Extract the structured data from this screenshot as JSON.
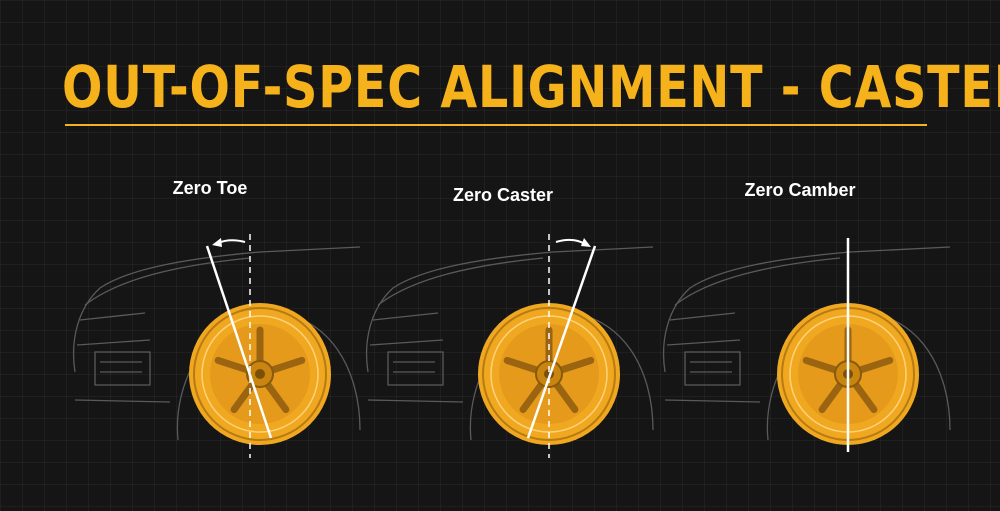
{
  "title": "OUT-OF-SPEC ALIGNMENT - CASTER",
  "colors": {
    "accent": "#f5b21b",
    "background": "#151515",
    "wheel": "#f0a821",
    "car_outline": "#5a5a5a",
    "indicator_line": "#ffffff"
  },
  "panels": [
    {
      "label": "Zero Toe"
    },
    {
      "label": "Zero Caster"
    },
    {
      "label": "Zero Camber"
    }
  ]
}
